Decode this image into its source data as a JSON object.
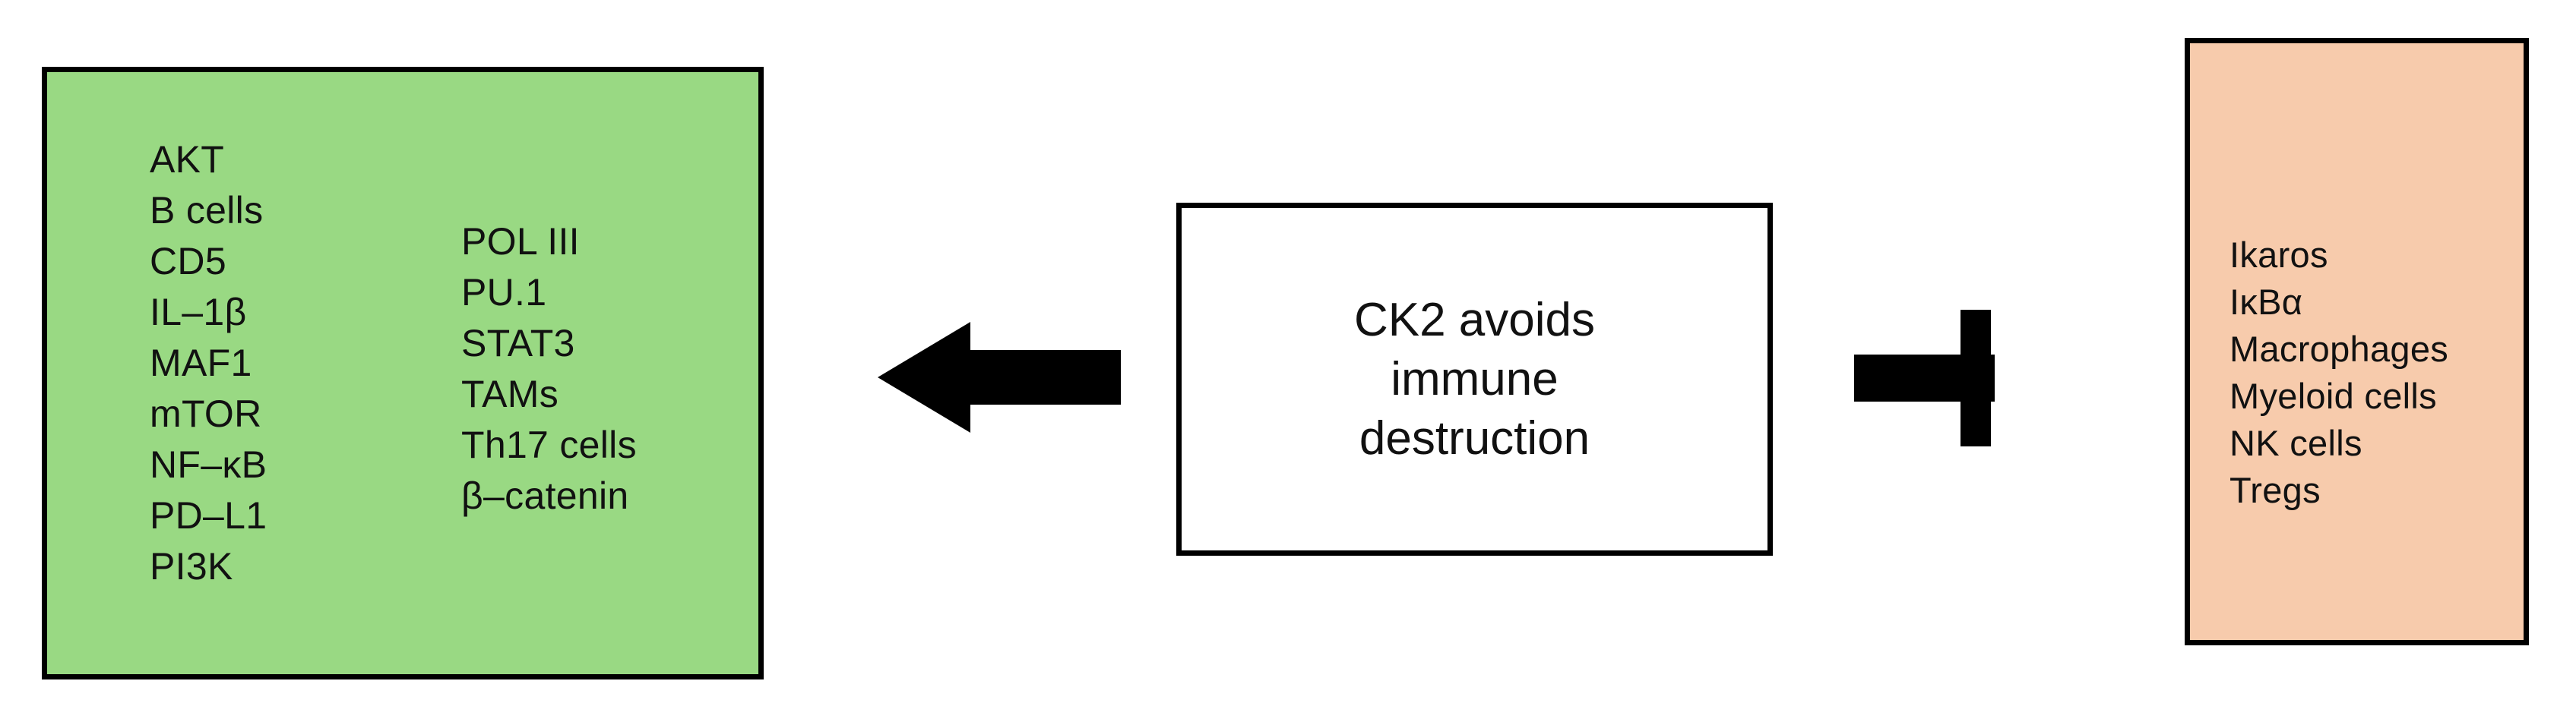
{
  "diagram": {
    "title": "CK2 avoids immune destruction",
    "colors": {
      "promoted_box_fill": "#99d983",
      "inhibited_box_fill": "#f7cbac",
      "center_box_fill": "#ffffff",
      "stroke": "#000000",
      "text": "#111111"
    }
  },
  "center_box": {
    "lines": [
      "CK2 avoids",
      "immune",
      "destruction"
    ]
  },
  "promoted_box": {
    "column_a": [
      "AKT",
      "B cells",
      "CD5",
      "IL–1β",
      "MAF1",
      "mTOR",
      "NF–κB",
      "PD–L1",
      "PI3K"
    ],
    "column_b": [
      "POL III",
      "PU.1",
      "STAT3",
      "TAMs",
      "Th17 cells",
      "β–catenin"
    ]
  },
  "inhibited_box": {
    "items": [
      "Ikaros",
      "IκBα",
      "Macrophages",
      "Myeloid cells",
      "NK cells",
      "Tregs"
    ]
  },
  "connectors": {
    "activation_arrow": "left-pointing-arrow-icon",
    "inhibition_arrow": "inhibition-tbar-arrow-icon"
  }
}
